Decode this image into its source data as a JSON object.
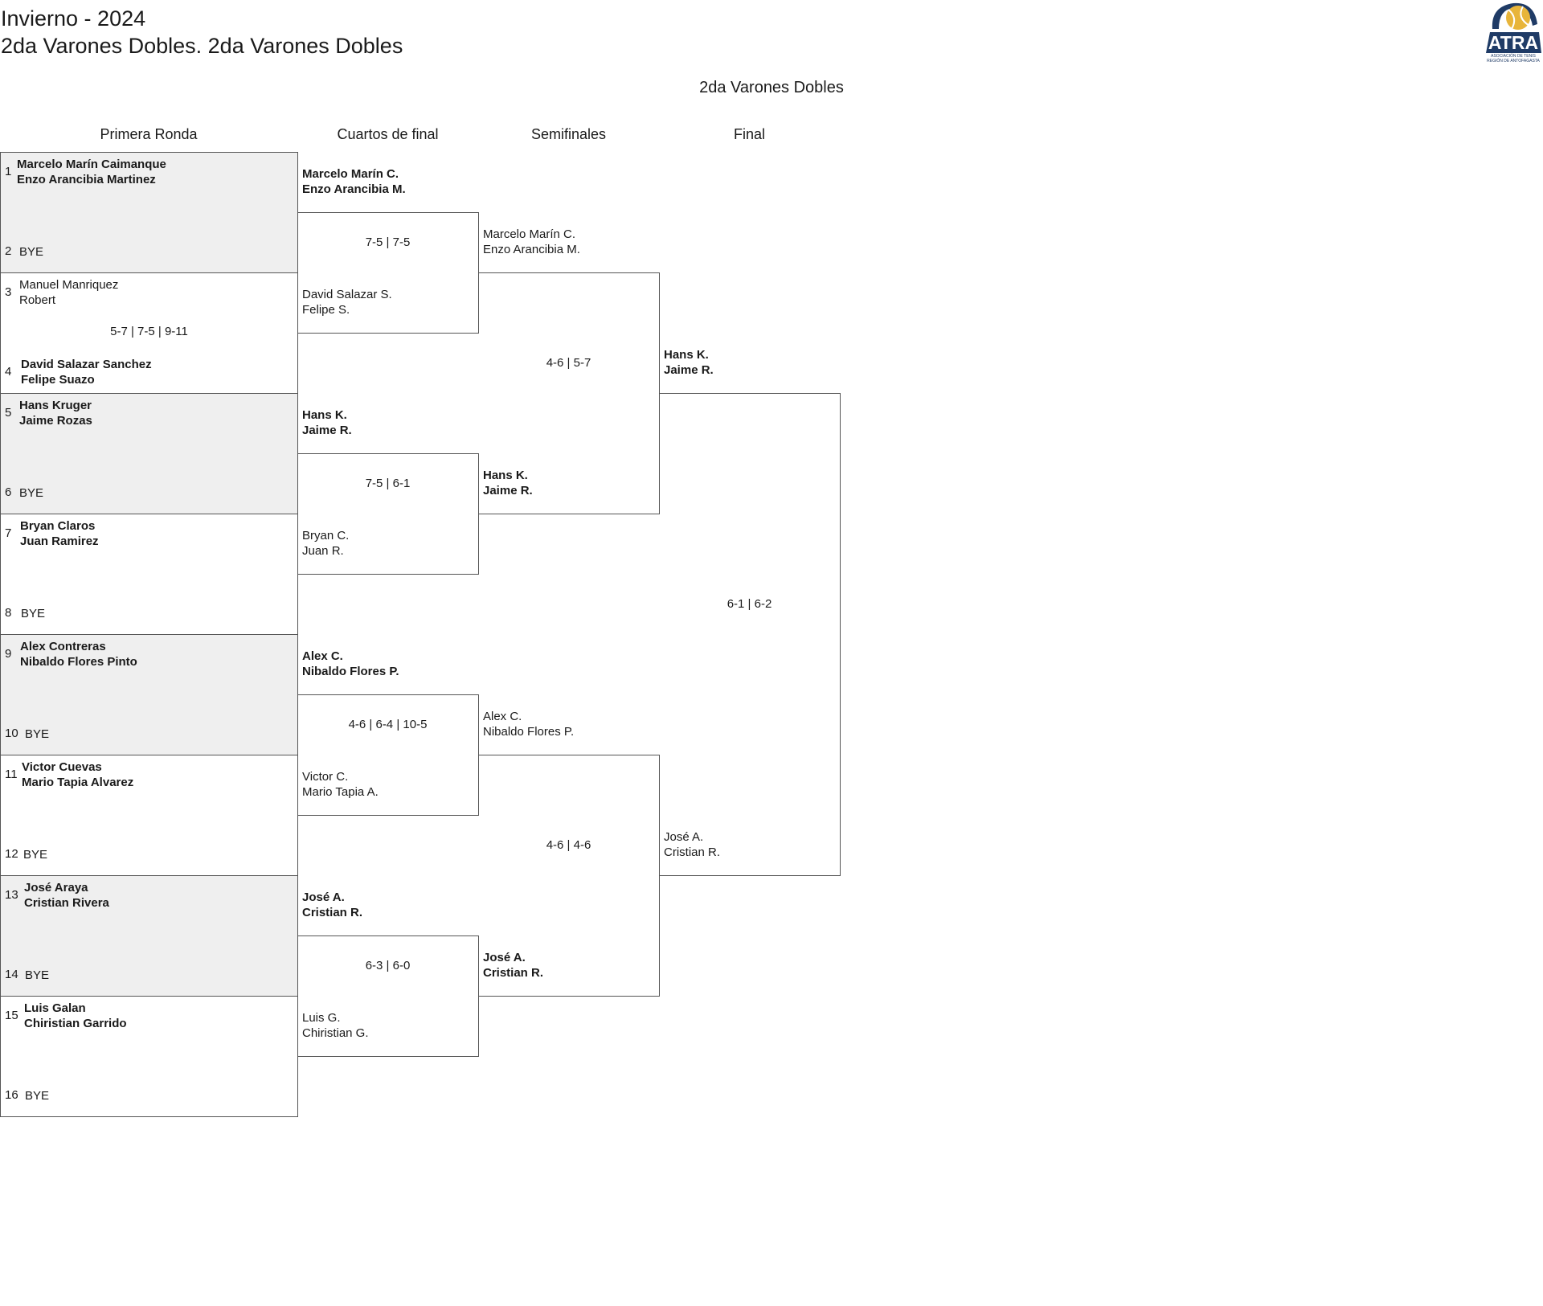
{
  "header": {
    "line1": "Invierno - 2024",
    "line2": "2da Varones Dobles. 2da Varones Dobles"
  },
  "logo": {
    "text": "ATRA",
    "subtext1": "ASOCIACIÓN DE TENIS",
    "subtext2": "REGIÓN DE ANTOFAGASTA"
  },
  "bracket": {
    "title": "2da Varones Dobles",
    "rounds": [
      "Primera Ronda",
      "Cuartos de final",
      "Semifinales",
      "Final"
    ]
  },
  "r1": [
    {
      "seedA": "1",
      "a1": "Marcelo Marín Caimanque",
      "a2": "Enzo Arancibia Martinez",
      "seedB": "2",
      "b": "BYE",
      "score": ""
    },
    {
      "seedA": "3",
      "a1": "Manuel Manriquez",
      "a2": "Robert",
      "seedB": "4",
      "b1": "David Salazar Sanchez",
      "b2": "Felipe Suazo",
      "score": "5-7 | 7-5 | 9-11"
    },
    {
      "seedA": "5",
      "a1": "Hans Kruger",
      "a2": "Jaime Rozas",
      "seedB": "6",
      "b": "BYE",
      "score": ""
    },
    {
      "seedA": "7",
      "a1": "Bryan Claros",
      "a2": "Juan Ramirez",
      "seedB": "8",
      "b": "BYE",
      "score": ""
    },
    {
      "seedA": "9",
      "a1": "Alex Contreras",
      "a2": "Nibaldo Flores Pinto",
      "seedB": "10",
      "b": "BYE",
      "score": ""
    },
    {
      "seedA": "11",
      "a1": "Victor Cuevas",
      "a2": "Mario Tapia Alvarez",
      "seedB": "12",
      "b": "BYE",
      "score": ""
    },
    {
      "seedA": "13",
      "a1": "José Araya",
      "a2": "Cristian Rivera",
      "seedB": "14",
      "b": "BYE",
      "score": ""
    },
    {
      "seedA": "15",
      "a1": "Luis Galan",
      "a2": "Chiristian Garrido",
      "seedB": "16",
      "b": "BYE",
      "score": ""
    }
  ],
  "qf": [
    {
      "a1": "Marcelo Marín C.",
      "a2": "Enzo Arancibia M.",
      "b1": "David Salazar S.",
      "b2": "Felipe S.",
      "score": "7-5 | 7-5"
    },
    {
      "a1": "Hans K.",
      "a2": "Jaime R.",
      "b1": "Bryan C.",
      "b2": "Juan R.",
      "score": "7-5 | 6-1"
    },
    {
      "a1": "Alex C.",
      "a2": "Nibaldo Flores P.",
      "b1": "Victor C.",
      "b2": "Mario Tapia A.",
      "score": "4-6 | 6-4 | 10-5"
    },
    {
      "a1": "José A.",
      "a2": "Cristian R.",
      "b1": "Luis G.",
      "b2": "Chiristian G.",
      "score": "6-3 | 6-0"
    }
  ],
  "sf": [
    {
      "a1": "Marcelo Marín C.",
      "a2": "Enzo Arancibia M.",
      "b1": "Hans K.",
      "b2": "Jaime R.",
      "score": "4-6 | 5-7"
    },
    {
      "a1": "Alex C.",
      "a2": "Nibaldo Flores P.",
      "b1": "José A.",
      "b2": "Cristian R.",
      "score": "4-6 | 4-6"
    }
  ],
  "final": {
    "a1": "Hans K.",
    "a2": "Jaime R.",
    "b1": "José A.",
    "b2": "Cristian R.",
    "score": "6-1 | 6-2"
  }
}
